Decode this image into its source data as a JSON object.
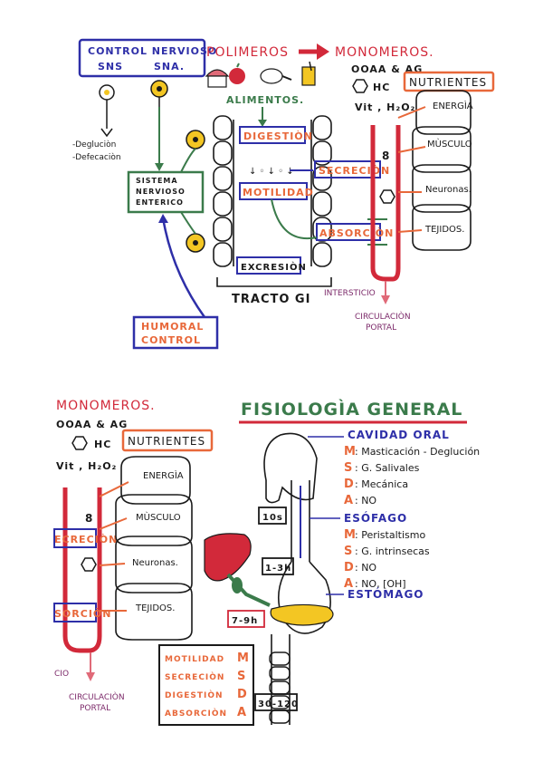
{
  "top": {
    "control_nervioso": {
      "title": "CONTROL NERVIOSO",
      "sns": "SNS",
      "sna": "SNA."
    },
    "left_effects": [
      "-Degluciòn",
      "-Defecaciòn"
    ],
    "polimeros": "POLIMEROS",
    "monomeros": "MONOMEROS.",
    "nutrient_codes": "OOAA & AG",
    "hc": "HC",
    "vit": "Vit , H₂O₂",
    "nutrientes": "NUTRIENTES",
    "alimentos": "ALIMENTOS.",
    "digestion": "DIGESTIÒN",
    "secrecion": "SECRECIÒN",
    "motilidad": "MOTILIDAD",
    "absorcion": "ABSORCIÒN",
    "excrecion": "EXCRESIÒN",
    "sne": [
      "SISTEMA",
      "NERVIOSO",
      "ENTERICO"
    ],
    "tracto": "TRACTO GI",
    "intersticio": "INTERSTICIO",
    "circulacion": [
      "CIRCULACIÒN",
      "PORTAL"
    ],
    "humoral": [
      "HUMORAL",
      "CONTROL"
    ],
    "targets": [
      "ENERGÌA",
      "MÙSCULO",
      "Neuronas.",
      "TEJIDOS."
    ]
  },
  "bottom": {
    "monomeros": "MONOMEROS.",
    "nutrient_codes": "OOAA & AG",
    "hc": "HC",
    "nutrientes": "NUTRIENTES",
    "vit": "Vit , H₂O₂",
    "title": "FISIOLOGÌA GENERAL",
    "cavidad": "CAVIDAD ORAL",
    "cavidad_rows": [
      {
        "k": "M",
        "v": ": Masticación - Deglución"
      },
      {
        "k": "S",
        "v": ": G. Salivales"
      },
      {
        "k": "D",
        "v": ": Mecánica"
      },
      {
        "k": "A",
        "v": ": NO"
      }
    ],
    "esofago": "ESÓFAGO",
    "esofago_rows": [
      {
        "k": "M",
        "v": ": Peristaltismo"
      },
      {
        "k": "S",
        "v": ": G. intrinsecas"
      },
      {
        "k": "D",
        "v": ": NO"
      },
      {
        "k": "A",
        "v": ": NO, [OH]"
      }
    ],
    "estomago": "ESTÓMAGO",
    "times": [
      "10s",
      "1-3h",
      "7-9h",
      "30-120"
    ],
    "targets": [
      "ENERGÌA",
      "MÙSCULO",
      "Neuronas.",
      "TEJIDOS."
    ],
    "side_labels": [
      "ECRECIÒN",
      "SORCIÒN"
    ],
    "circulacion": [
      "CIRCULACIÒN",
      "PORTAL"
    ],
    "intersticio_cut": "CIO",
    "legend": [
      {
        "label": "MOTILIDAD",
        "k": "M"
      },
      {
        "label": "SECRECIÒN",
        "k": "S"
      },
      {
        "label": "DIGESTIÒN",
        "k": "D"
      },
      {
        "label": "ABSORCIÒN",
        "k": "A"
      }
    ]
  },
  "colors": {
    "orange": "#e8683a",
    "blue": "#2e2fa8",
    "green": "#3b7b4b",
    "red": "#d2293a",
    "pink": "#e06a78",
    "yellow": "#f3c623",
    "purple": "#7c2a6a",
    "black": "#1a1a1a"
  }
}
